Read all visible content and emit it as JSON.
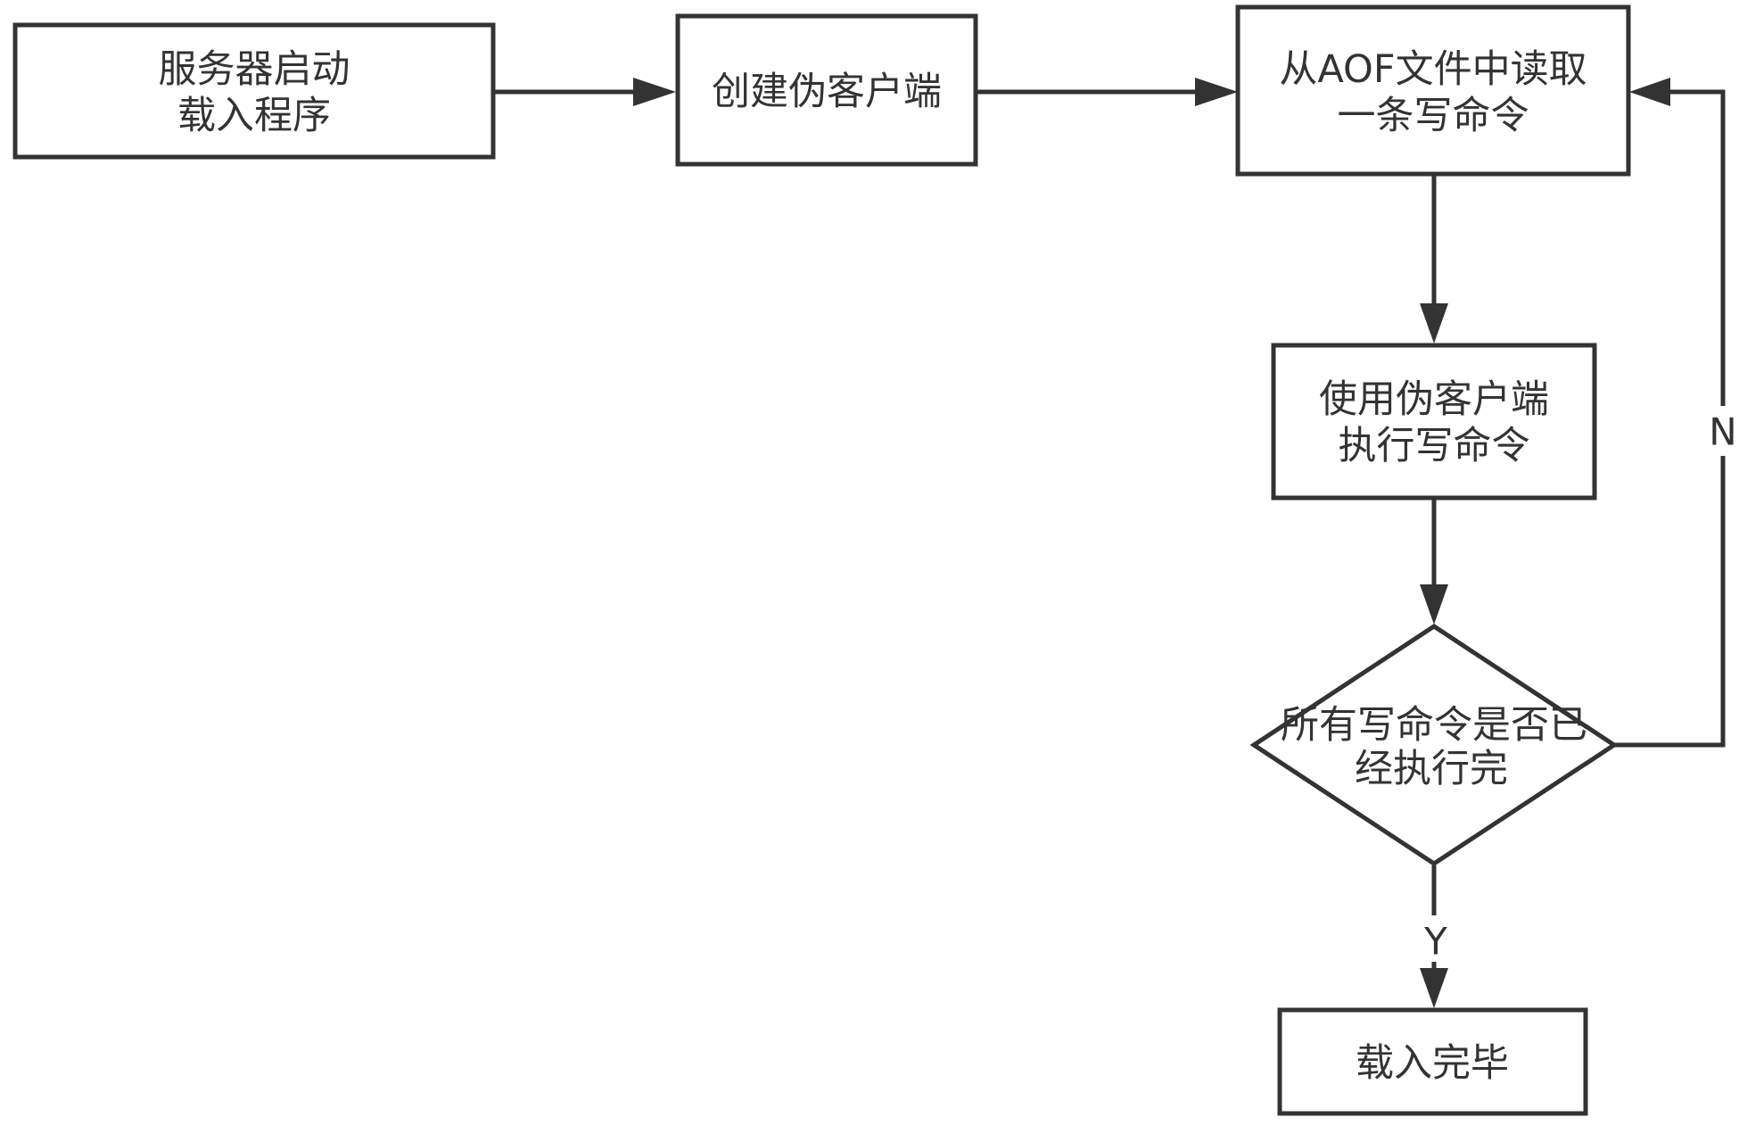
{
  "nodes": {
    "start": {
      "lines": [
        "服务器启动",
        "载入程序"
      ]
    },
    "create_client": {
      "lines": [
        "创建伪客户端"
      ]
    },
    "read_command": {
      "lines": [
        "从AOF文件中读取",
        "一条写命令"
      ]
    },
    "execute_command": {
      "lines": [
        "使用伪客户端",
        "执行写命令"
      ]
    },
    "check_done": {
      "lines": [
        "所有写命令是否已",
        "经执行完"
      ]
    },
    "finish": {
      "lines": [
        "载入完毕"
      ]
    }
  },
  "edges": {
    "no_label": "N",
    "yes_label": "Y"
  },
  "colors": {
    "stroke": "#333333",
    "background": "#ffffff"
  }
}
